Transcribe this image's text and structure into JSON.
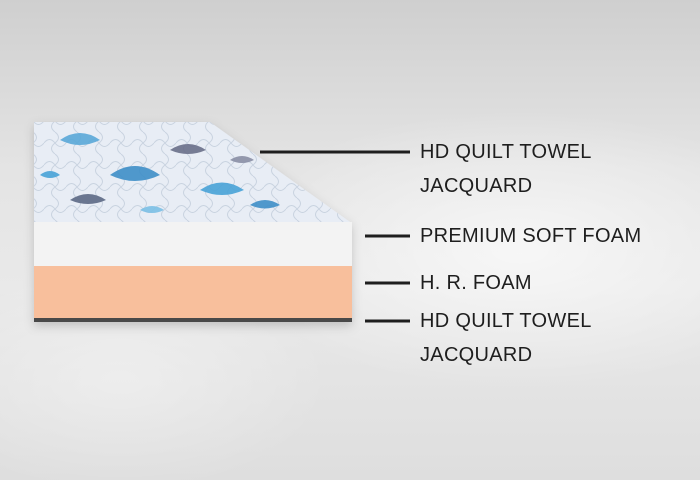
{
  "layers": [
    {
      "line1": "HD QUILT TOWEL",
      "line2": "JACQUARD"
    },
    {
      "line1": "PREMIUM SOFT FOAM"
    },
    {
      "line1": "H. R. FOAM"
    },
    {
      "line1": "HD QUILT TOWEL",
      "line2": "JACQUARD"
    }
  ],
  "colors": {
    "quilt_top": "#e6ecf4",
    "quilt_pattern": "#4aa3d8",
    "soft_foam": "#f3f3f3",
    "hr_foam": "#f8bf9c",
    "bottom_quilt": "#4a4a4a",
    "leader_line": "#1e1e1e"
  }
}
